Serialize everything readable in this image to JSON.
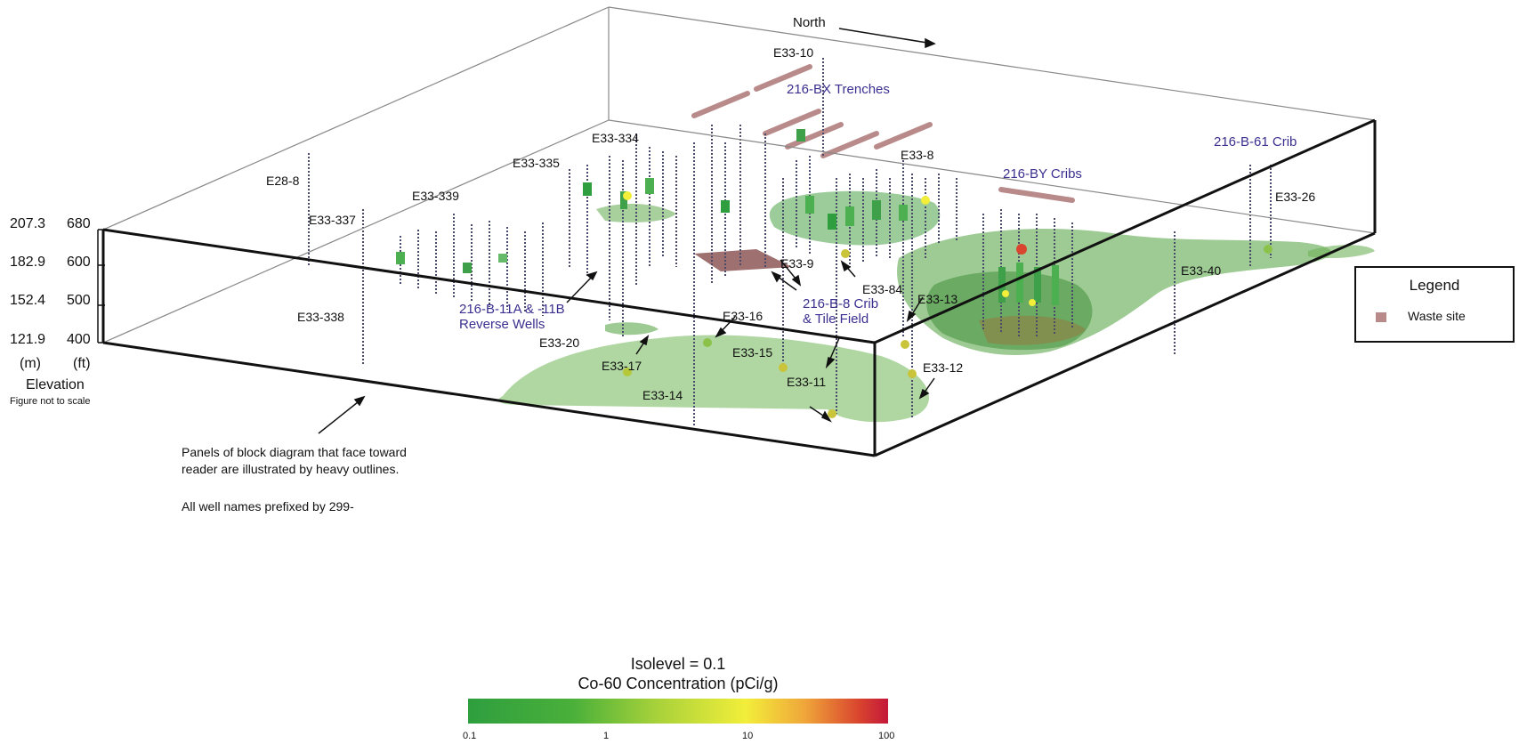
{
  "north_label": "North",
  "wells": {
    "e33_10": "E33-10",
    "e33_334": "E33-334",
    "e33_335": "E33-335",
    "e28_8": "E28-8",
    "e33_339": "E33-339",
    "e33_337": "E33-337",
    "e33_338": "E33-338",
    "e33_8": "E33-8",
    "e33_9": "E33-9",
    "e33_84": "E33-84",
    "e33_13": "E33-13",
    "e33_16": "E33-16",
    "e33_20": "E33-20",
    "e33_17": "E33-17",
    "e33_14": "E33-14",
    "e33_15": "E33-15",
    "e33_11": "E33-11",
    "e33_12": "E33-12",
    "e33_40": "E33-40",
    "e33_26": "E33-26"
  },
  "sites": {
    "bx_trenches": "216-BX Trenches",
    "by_cribs": "216-BY Cribs",
    "b61_crib": "216-B-61 Crib",
    "b11_line1": "216-B-11A & -11B",
    "b11_line2": "Reverse Wells",
    "b8_line1": "216-B-8 Crib",
    "b8_line2": "& Tile Field"
  },
  "elevation": {
    "m": [
      "207.3",
      "182.9",
      "152.4",
      "121.9"
    ],
    "ft": [
      "680",
      "600",
      "500",
      "400"
    ],
    "unit_m": "(m)",
    "unit_ft": "(ft)",
    "title": "Elevation",
    "scale_note": "Figure not to scale"
  },
  "legend": {
    "title": "Legend",
    "item": "Waste site",
    "swatch_color": "#b98a8a"
  },
  "notes": {
    "line1": "Panels of block diagram that face toward",
    "line2": "reader are illustrated by heavy outlines.",
    "prefix": "All well names prefixed by 299-"
  },
  "colorbar": {
    "title1": "Isolevel = 0.1",
    "title2": "Co-60 Concentration (pCi/g)",
    "ticks": [
      "0.1",
      "1",
      "10",
      "100"
    ],
    "colors": [
      "#2e9e3e",
      "#a8d23a",
      "#f2ee3a",
      "#d9452e",
      "#c4173a"
    ]
  }
}
